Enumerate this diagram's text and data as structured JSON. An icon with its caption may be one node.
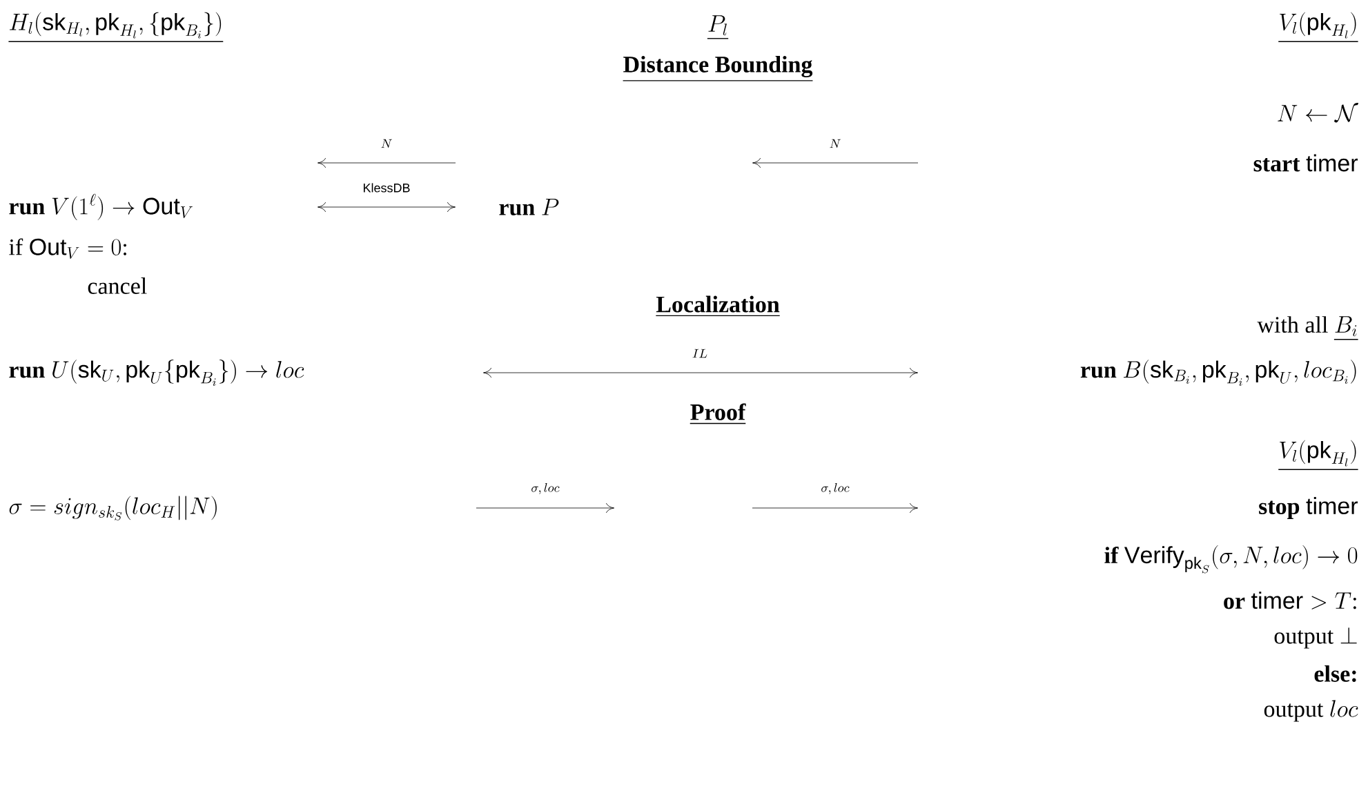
{
  "diagram": {
    "nodes": [
      {
        "text": [
          "H_l(\\mathsf{sk}_{H_l},\\mathsf{pk}_{H_l},\\{\\mathsf{pk}_{B_i}\\})"
        ]
      },
      {
        "text": [
          "P_l"
        ]
      },
      {
        "text": [
          "V_l(\\mathsf{pk}_{H_l})"
        ]
      },
      {
        "text": [
          "N\\leftarrow\\mathcal{N}"
        ]
      },
      {
        "text": [
          "\\textbf{start}\\ \\mathsf{timer}"
        ]
      },
      {
        "text": [
          "\\textbf{run}\\ V(1^{\\ell})\\to\\mathsf{Out}_V"
        ]
      },
      {
        "text": [
          "\\textbf{run}\\ P"
        ]
      },
      {
        "text": [
          "\\text{if }\\mathsf{Out}_V=0\\text{:}"
        ]
      },
      {
        "text": [
          "\\text{cancel}"
        ]
      },
      {
        "text": [
          "\\text{with all }\\underline{B_i}"
        ]
      },
      {
        "text": [
          "\\textbf{run}\\ U(\\mathsf{sk}_U,\\mathsf{pk}_U\\{\\mathsf{pk}_{B_i}\\})\\to loc"
        ]
      },
      {
        "text": [
          "\\textbf{run}\\ B(\\mathsf{sk}_{B_i},\\mathsf{pk}_{B_i},\\mathsf{pk}_U,loc_{B_i})"
        ]
      },
      {
        "text": [
          "V_l(\\mathsf{pk}_{H_l})"
        ]
      },
      {
        "text": [
          "\\sigma=sign_{sk_S}(loc_H||N)"
        ]
      },
      {
        "text": [
          "\\textbf{stop}\\ \\mathsf{timer}"
        ]
      },
      {
        "text": [
          "\\textbf{if}\\ \\mathsf{Verify}_{\\mathsf{pk}_S}(\\sigma,N,loc)\\to 0"
        ]
      },
      {
        "text": [
          "\\textbf{or}\\ \\mathsf{timer}>T\\text{:}"
        ]
      },
      {
        "text": [
          "\\text{output }\\bot"
        ]
      },
      {
        "text": [
          "\\textbf{else:}"
        ]
      },
      {
        "text": [
          "\\text{output }loc"
        ]
      }
    ],
    "labels": [
      "Distance Bounding",
      "N",
      "N",
      "\\mathsf{KlessDB}",
      "Localization",
      "IL",
      "Proof",
      "\\sigma,loc",
      "\\sigma,loc"
    ]
  }
}
